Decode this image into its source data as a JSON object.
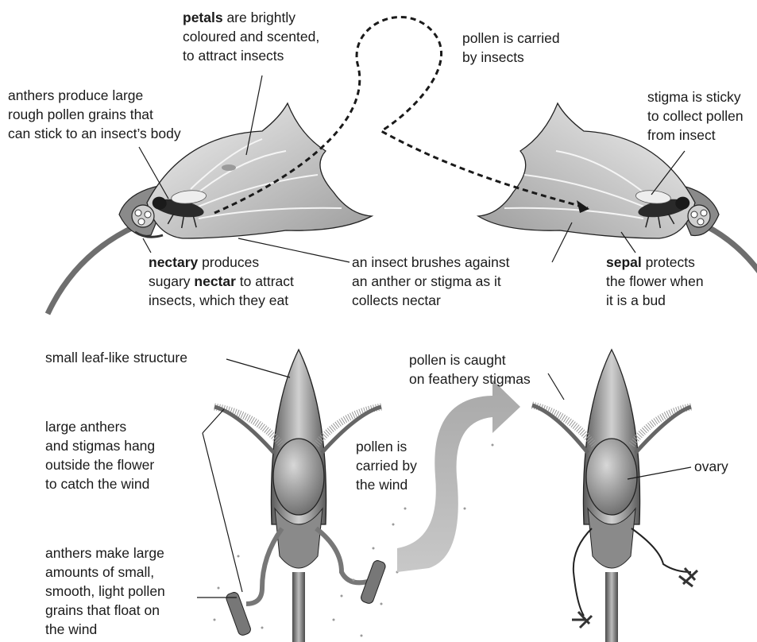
{
  "insect_pollination": {
    "petals_label": {
      "bold": "petals",
      "rest": " are brightly",
      "line2": "coloured and scented,",
      "line3": "to attract insects"
    },
    "carried_label": {
      "line1": "pollen is carried",
      "line2": "by insects"
    },
    "anthers_label": {
      "line1": "anthers produce large",
      "line2": "rough pollen grains that",
      "line3": "can stick to an insect’s body"
    },
    "stigma_label": {
      "line1": "stigma is sticky",
      "line2": "to collect pollen",
      "line3": "from insect"
    },
    "nectary_label": {
      "bold1": "nectary",
      "rest1": " produces",
      "line2_pre": "sugary ",
      "bold2": "nectar",
      "line2_post": " to attract",
      "line3": "insects, which they eat"
    },
    "brush_label": {
      "line1": "an insect brushes against",
      "line2": "an anther or stigma as it",
      "line3": "collects nectar"
    },
    "sepal_label": {
      "bold": "sepal",
      "rest": " protects",
      "line2": "the flower when",
      "line3": "it is a bud"
    }
  },
  "wind_pollination": {
    "leaf_label": {
      "line1": "small leaf-like structure"
    },
    "hang_label": {
      "line1": "large anthers",
      "line2": "and stigmas hang",
      "line3": "outside the flower",
      "line4": "to catch the wind"
    },
    "caught_label": {
      "line1": "pollen is caught",
      "line2": "on feathery stigmas"
    },
    "wind_label": {
      "line1": "pollen is",
      "line2": "carried by",
      "line3": "the wind"
    },
    "ovary_label": {
      "line1": "ovary"
    },
    "small_grains_label": {
      "line1": "anthers make large",
      "line2": "amounts of small,",
      "line3": "smooth, light pollen",
      "line4": "grains that float on",
      "line5": "the wind"
    }
  },
  "colors": {
    "ink": "#1a1a1a",
    "petal": "#dcdcdc",
    "stem": "#6e6e6e",
    "arrow": "#b4b4b4"
  }
}
